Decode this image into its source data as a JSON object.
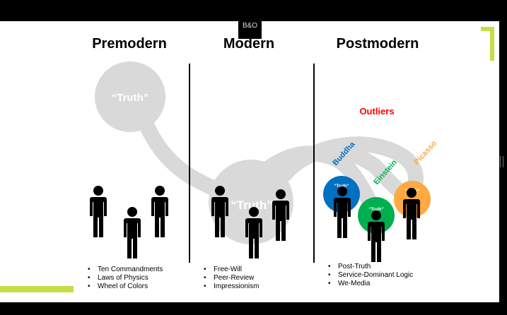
{
  "logo": {
    "text": "B&O"
  },
  "headings": {
    "premodern": "Premodern",
    "modern": "Modern",
    "postmodern": "Postmodern"
  },
  "truth_label": "“Truth”",
  "outliers": {
    "title": "Outliers",
    "names": [
      "Buddha",
      "Einstein",
      "Picasso"
    ]
  },
  "lists": {
    "premodern": [
      "Ten Commandments",
      "Laws of Physics",
      "Wheel of Colors"
    ],
    "modern": [
      "Free-Will",
      "Peer-Review",
      "Impressionism"
    ],
    "postmodern": [
      "Post-Truth",
      "Service-Dominant Logic",
      "We-Media"
    ]
  },
  "colors": {
    "accent": "#c8dc46",
    "gray": "#d9d9d9",
    "red": "#ff0000",
    "buddha": "#0070c0",
    "einstein": "#00b050",
    "picasso": "#ffa940"
  }
}
